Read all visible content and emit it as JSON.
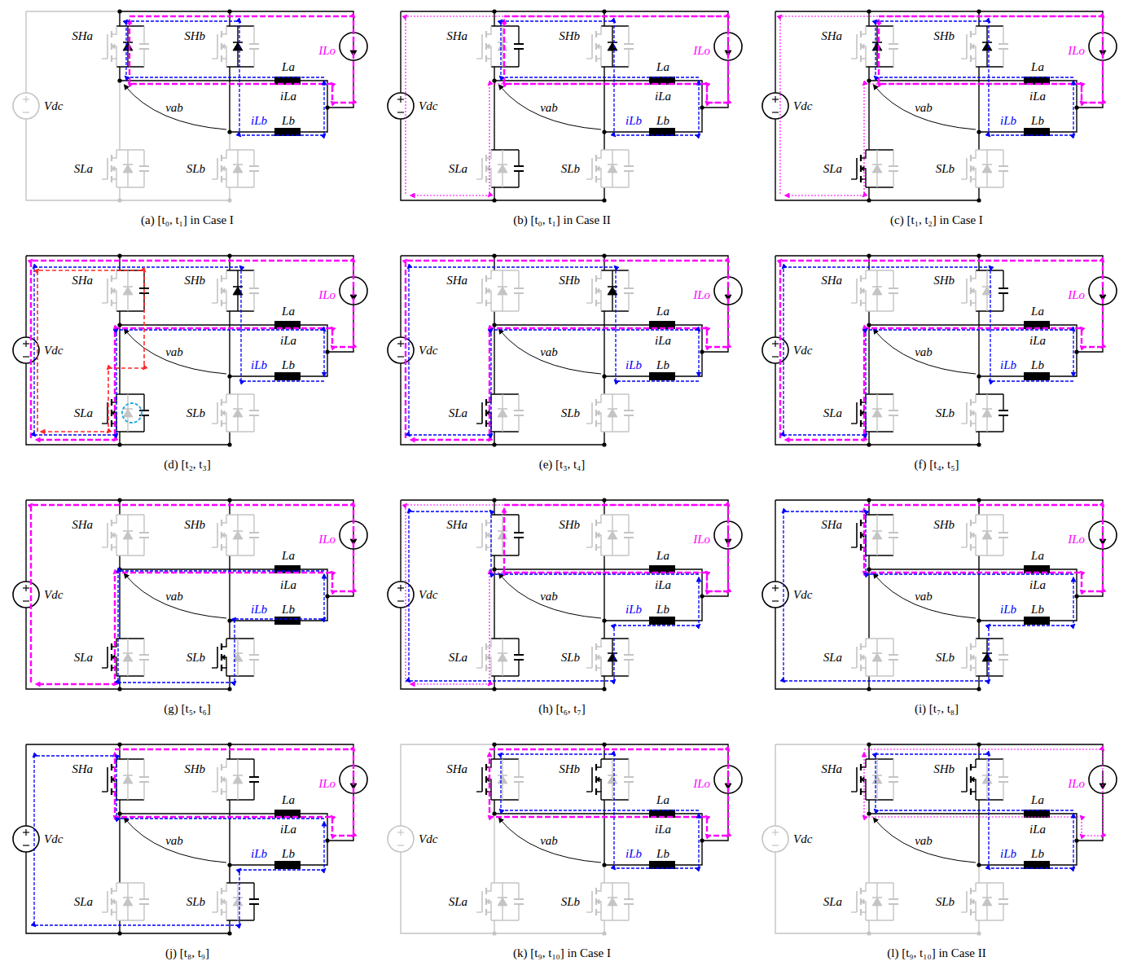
{
  "diagram": {
    "labels": [
      "SHa",
      "SHb",
      "La",
      "ILo",
      "Vdc",
      "iLa",
      "vab",
      "iLb",
      "Lb",
      "SLa",
      "SLb",
      "(a) [t₀, t₁] in Case I",
      "SHa",
      "SHb",
      "La",
      "ILo",
      "Vdc",
      "iLa",
      "vab",
      "iLb",
      "Lb",
      "SLa",
      "SLb",
      "(b) [t₀, t₁] in Case II",
      "SHa",
      "SHb",
      "La",
      "ILo",
      "Vdc",
      "iLa",
      "vab",
      "iLb",
      "Lb",
      "SLa",
      "SLb",
      "(c) [t₁, t₂] in Case I",
      "SHa",
      "SHb",
      "La",
      "ILo",
      "Vdc",
      "iLa",
      "vab",
      "iLb",
      "Lb",
      "SLa",
      "SLb",
      "(d) [t₂, t₃]",
      "SHa",
      "SHb",
      "La",
      "ILo",
      "Vdc",
      "iLa",
      "vab",
      "iLb",
      "Lb",
      "SLa",
      "SLb",
      "(e) [t₃, t₄]",
      "SHa",
      "SHb",
      "La",
      "ILo",
      "Vdc",
      "iLa",
      "vab",
      "iLb",
      "Lb",
      "SLa",
      "SLb",
      "(f) [t₄, t₅]",
      "SHa",
      "SHb",
      "La",
      "ILo",
      "Vdc",
      "iLa",
      "vab",
      "iLb",
      "Lb",
      "SLa",
      "SLb",
      "(g) [t₅, t₆]",
      "SHa",
      "SHb",
      "La",
      "ILo",
      "Vdc",
      "iLa",
      "vab",
      "iLb",
      "Lb",
      "SLa",
      "SLb",
      "(h) [t₆, t₇]",
      "SHa",
      "SHb",
      "La",
      "ILo",
      "Vdc",
      "iLa",
      "vab",
      "iLb",
      "Lb",
      "SLa",
      "SLb",
      "(i) [t₇, t₈]",
      "SHa",
      "SHb",
      "La",
      "ILo",
      "Vdc",
      "iLa",
      "vab",
      "iLb",
      "Lb",
      "SLa",
      "SLb",
      "(j) [t₈, t₉]",
      "SHa",
      "SHb",
      "La",
      "ILo",
      "Vdc",
      "iLa",
      "vab",
      "iLb",
      "Lb",
      "SLa",
      "SLb",
      "(k) [t₉, t₁₀] in Case I",
      "SHa",
      "SHb",
      "La",
      "ILo",
      "Vdc",
      "iLa",
      "vab",
      "iLb",
      "Lb",
      "SLa",
      "SLb",
      "(l) [t₉, t₁₀] in Case II"
    ]
  }
}
